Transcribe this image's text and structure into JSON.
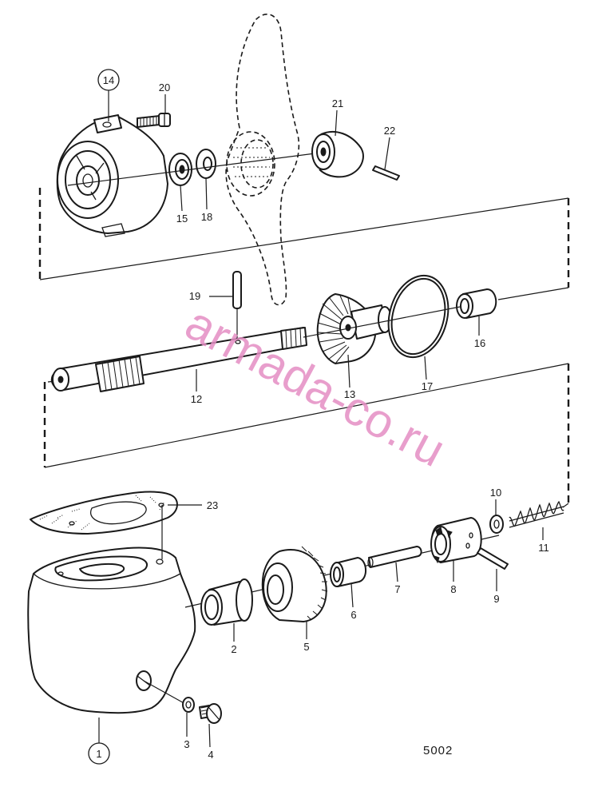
{
  "diagram": {
    "drawing_number": "5002",
    "watermark": "armada-co.ru",
    "callouts": [
      {
        "id": "1"
      },
      {
        "id": "2"
      },
      {
        "id": "3"
      },
      {
        "id": "4"
      },
      {
        "id": "5"
      },
      {
        "id": "6"
      },
      {
        "id": "7"
      },
      {
        "id": "8"
      },
      {
        "id": "9"
      },
      {
        "id": "10"
      },
      {
        "id": "11"
      },
      {
        "id": "12"
      },
      {
        "id": "13"
      },
      {
        "id": "14"
      },
      {
        "id": "15"
      },
      {
        "id": "16"
      },
      {
        "id": "17"
      },
      {
        "id": "18"
      },
      {
        "id": "19"
      },
      {
        "id": "20"
      },
      {
        "id": "21"
      },
      {
        "id": "22"
      },
      {
        "id": "23"
      }
    ]
  }
}
